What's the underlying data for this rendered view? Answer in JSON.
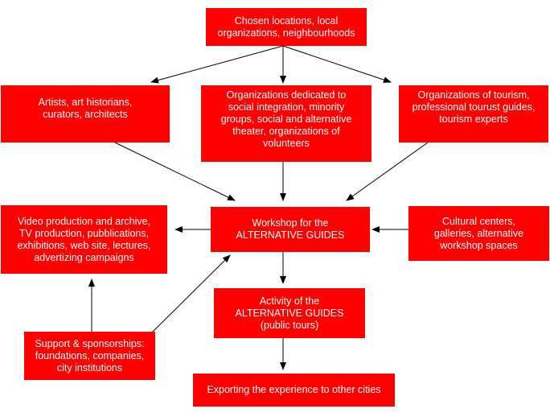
{
  "nodes": {
    "chosen_locations": "Chosen locations, local\norganizations, neighbourhoods",
    "artists": "Artists, art historians,\ncurators, architects",
    "social_orgs": "Organizations dedicated to\nsocial integration, minority\ngroups, social and alternative\ntheater, organizations of\nvolunteers",
    "tourism_orgs": "Organizations of tourism,\nprofessional tourust guides,\ntourism experts",
    "video_production": "Video production and archive,\nTV production, pubblications,\nexhibitions, web site, lectures,\nadvertizing campaigns",
    "workshop": "Workshop for the\nALTERNATIVE GUIDES",
    "cultural_centers": "Cultural centers,\ngalleries, alternative\nworkshop spaces",
    "activity": "Activity of the\nALTERNATIVE GUIDES\n(public tours)",
    "support": "Support & sponsorships:\nfoundations, companies,\ncity institutions",
    "exporting": "Exporting the experience to other cities"
  },
  "colors": {
    "box_fill": "#ff0000",
    "box_text": "#ffffff",
    "arrow": "#000000"
  }
}
